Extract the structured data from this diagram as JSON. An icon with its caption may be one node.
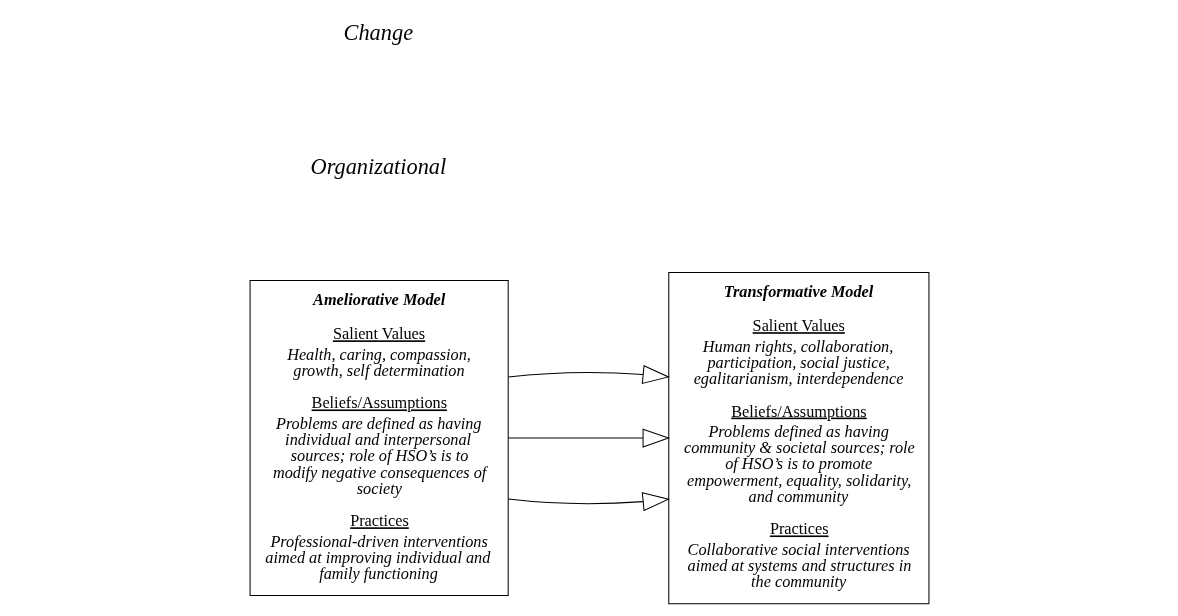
{
  "diagram": {
    "nodes": [
      {
        "text": [
          "Ameliorative Model",
          "Salient Values",
          "Health, caring, compassion, growth, self determination",
          "Beliefs/Assumptions",
          "Problems are defined as having individual and interpersonal sources; role of HSO’s is to modify negative consequences of society",
          "Practices",
          "Professional-driven interventions aimed at improving individual and family functioning"
        ]
      },
      {
        "text": [
          "Transformative Model",
          "Salient Values",
          "Human rights, collaboration, participation, social justice, egalitarianism, interdependence",
          "Beliefs/Assumptions",
          "Problems defined as having community & societal sources; role of HSO’s is to promote empowerment, equality, solidarity, and community",
          "Practices",
          "Collaborative social interventions aimed at systems and structures in the community"
        ]
      }
    ],
    "edges": [
      {
        "from": 0,
        "to": 1,
        "arrow": "to"
      },
      {
        "from": 0,
        "to": 1,
        "arrow": "to"
      },
      {
        "from": 0,
        "to": 1,
        "arrow": "to"
      }
    ],
    "labels": [
      "Organizational",
      "Change"
    ]
  }
}
